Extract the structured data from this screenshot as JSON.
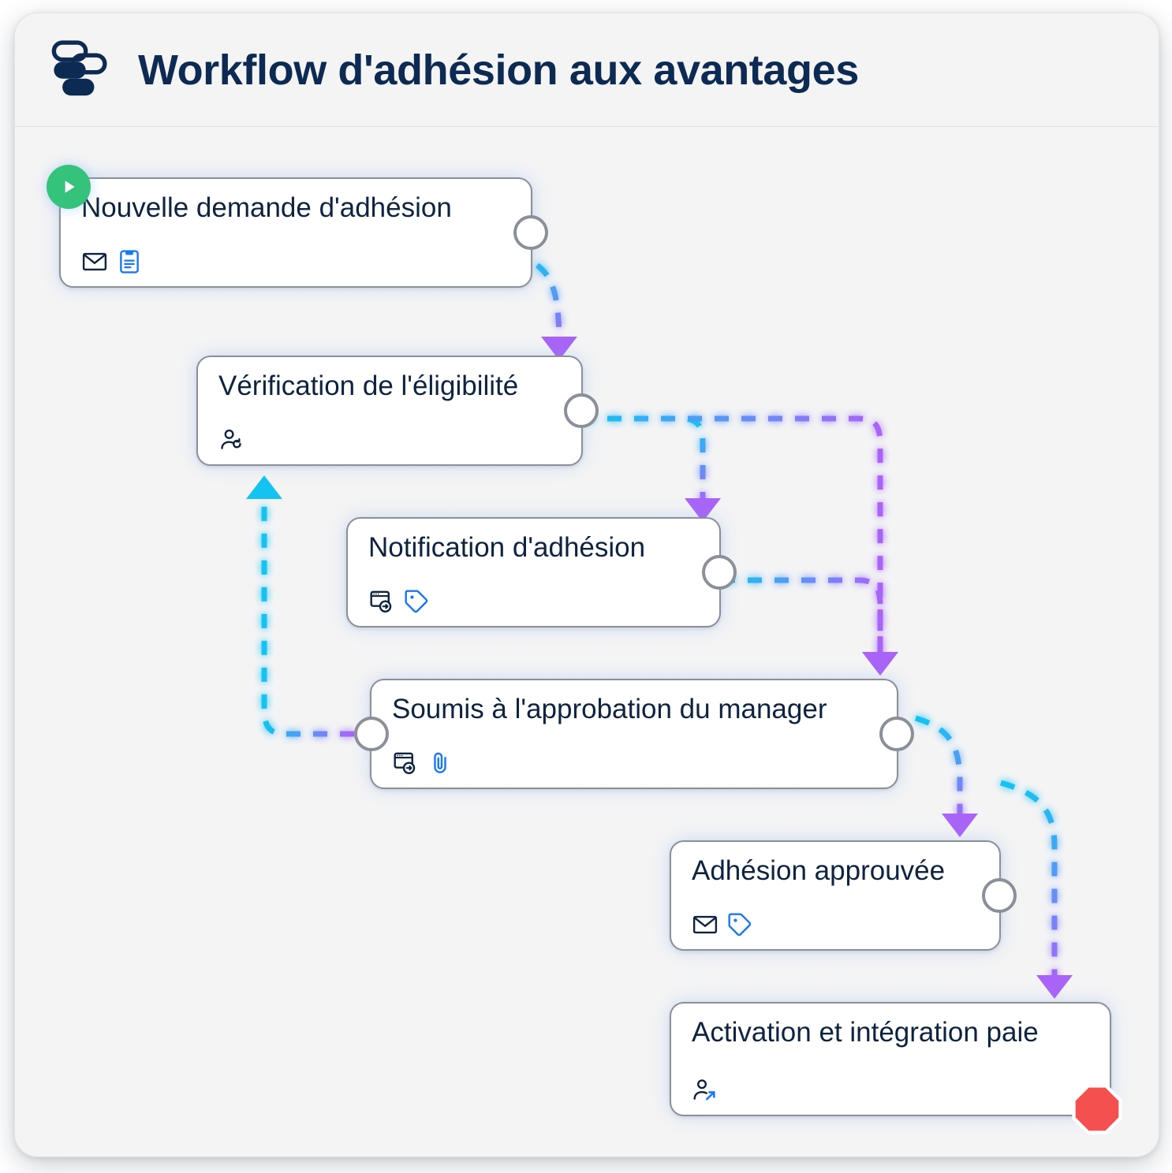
{
  "header": {
    "title": "Workflow d'adhésion aux avantages",
    "logo_icon": "workflow-stacked-blocks-icon",
    "title_color": "#0d2b52"
  },
  "canvas": {
    "background_color": "#f4f4f5",
    "start_badge": {
      "icon": "play-icon",
      "color": "#35c37c",
      "label": "Start"
    },
    "stop_badge": {
      "icon": "stop-octagon-icon",
      "color": "#f4504f",
      "label": "End"
    }
  },
  "edge_style": {
    "dash": "dashed",
    "gradient_from": "#14c3f0",
    "gradient_to": "#a964f7",
    "arrow_color": "#a964f7",
    "reverse_arrow_color": "#14c3f0"
  },
  "nodes": [
    {
      "id": "n1",
      "label": "Nouvelle demande d'adhésion",
      "icons": [
        "envelope-icon",
        "clipboard-form-icon"
      ],
      "badge": "start",
      "ports": [
        "right"
      ]
    },
    {
      "id": "n2",
      "label": "Vérification de l'éligibilité",
      "icons": [
        "user-refresh-icon"
      ],
      "badge": null,
      "ports": [
        "right"
      ]
    },
    {
      "id": "n3",
      "label": "Notification d'adhésion",
      "icons": [
        "browser-arrow-icon",
        "tag-icon"
      ],
      "badge": null,
      "ports": [
        "right"
      ]
    },
    {
      "id": "n4",
      "label": "Soumis à l'approbation du manager",
      "icons": [
        "browser-arrow-icon",
        "paperclip-icon"
      ],
      "badge": null,
      "ports": [
        "left",
        "right"
      ]
    },
    {
      "id": "n5",
      "label": "Adhésion approuvée",
      "icons": [
        "envelope-icon",
        "tag-icon"
      ],
      "badge": null,
      "ports": [
        "right"
      ]
    },
    {
      "id": "n6",
      "label": "Activation et intégration paie",
      "icons": [
        "user-export-icon"
      ],
      "badge": "stop",
      "ports": []
    }
  ],
  "edges": [
    {
      "from": "n1",
      "to": "n2",
      "direction": "forward"
    },
    {
      "from": "n2",
      "to": "n3",
      "direction": "forward"
    },
    {
      "from": "n2",
      "to": "n4",
      "direction": "forward"
    },
    {
      "from": "n3",
      "to": "n4",
      "direction": "forward"
    },
    {
      "from": "n4",
      "to": "n2",
      "direction": "loopback"
    },
    {
      "from": "n4",
      "to": "n5",
      "direction": "forward"
    },
    {
      "from": "n5",
      "to": "n6",
      "direction": "forward"
    }
  ]
}
